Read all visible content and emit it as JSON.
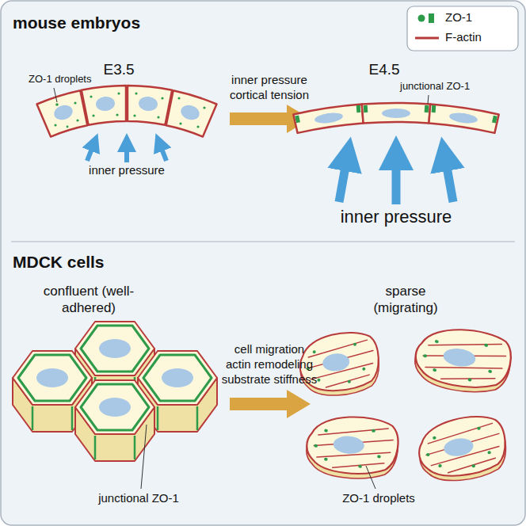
{
  "diagram": {
    "labels": [
      "mouse embryos",
      "E3.5",
      "ZO-1 droplets",
      "inner pressure",
      "inner pressure cortical tension",
      "E4.5",
      "junctional ZO-1",
      "inner pressure",
      "MDCK cells",
      "confluent (well-adhered)",
      "cell migration actin remodeling substrate stiffness",
      "sparse (migrating)",
      "junctional ZO-1",
      "ZO-1 droplets"
    ],
    "legend": [
      {
        "text": "ZO-1"
      },
      {
        "text": "F-actin"
      }
    ]
  }
}
